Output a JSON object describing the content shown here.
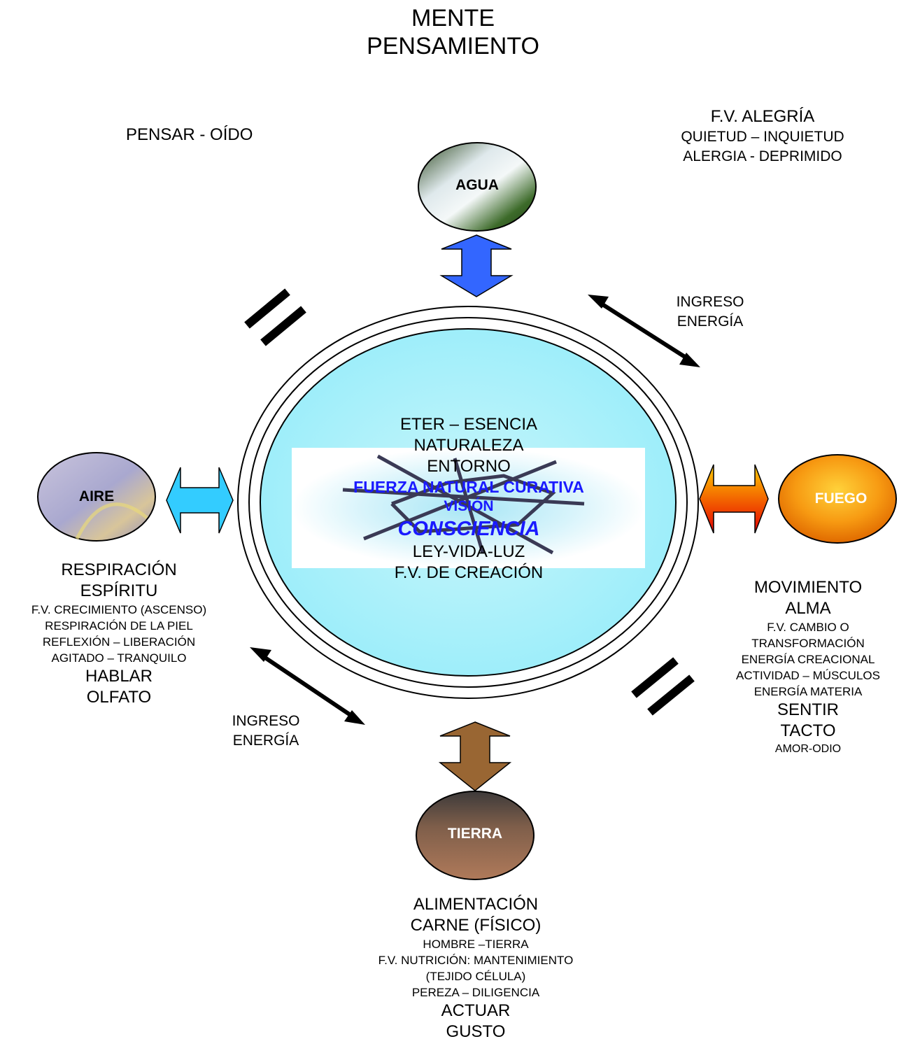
{
  "title": {
    "line1": "MENTE",
    "line2": "PENSAMIENTO"
  },
  "top_left_note": "PENSAR - OÍDO",
  "top_right_note": {
    "line1": "F.V. ALEGRÍA",
    "line2": "QUIETUD – INQUIETUD",
    "line3": "ALERGIA - DEPRIMIDO"
  },
  "energy_label_right": {
    "line1": "INGRESO",
    "line2": "ENERGÍA"
  },
  "energy_label_left": {
    "line1": "INGRESO",
    "line2": "ENERGÍA"
  },
  "elements": {
    "agua": "AGUA",
    "aire": "AIRE",
    "fuego": "FUEGO",
    "tierra": "TIERRA"
  },
  "center": {
    "l1": "ETER – ESENCIA",
    "l2": "NATURALEZA",
    "l3": "ENTORNO",
    "l4": "FUERZA NATURAL CURATIVA",
    "l5": "VISIÓN",
    "l6": "CONSCIENCIA",
    "l7": "LEY-VIDA-LUZ",
    "l8": "F.V. DE CREACIÓN"
  },
  "aire_text": {
    "l1": "RESPIRACIÓN",
    "l2": "ESPÍRITU",
    "l3": "F.V. CRECIMIENTO (ASCENSO)",
    "l4": "RESPIRACIÓN DE LA PIEL",
    "l5": "REFLEXIÓN – LIBERACIÓN",
    "l6": "AGITADO – TRANQUILO",
    "l7": "HABLAR",
    "l8": "OLFATO"
  },
  "fuego_text": {
    "l1": "MOVIMIENTO",
    "l2": "ALMA",
    "l3": "F.V. CAMBIO O",
    "l4": "TRANSFORMACIÓN",
    "l5": "ENERGÍA CREACIONAL",
    "l6": "ACTIVIDAD – MÚSCULOS",
    "l7": "ENERGÍA MATERIA",
    "l8": "SENTIR",
    "l9": "TACTO",
    "l10": "AMOR-ODIO"
  },
  "tierra_text": {
    "l1": "ALIMENTACIÓN",
    "l2": "CARNE (FÍSICO)",
    "l3": "HOMBRE –TIERRA",
    "l4": "F.V. NUTRICIÓN: MANTENIMIENTO",
    "l5": "(TEJIDO CÉLULA)",
    "l6": "PEREZA – DILIGENCIA",
    "l7": "ACTUAR",
    "l8": "GUSTO"
  },
  "colors": {
    "center_fill": "#a5f0f8",
    "agua_arrow": "#3366ff",
    "aire_arrow": "#33ccff",
    "tierra_arrow": "#996633",
    "highlight_blue": "#1a1aff"
  }
}
